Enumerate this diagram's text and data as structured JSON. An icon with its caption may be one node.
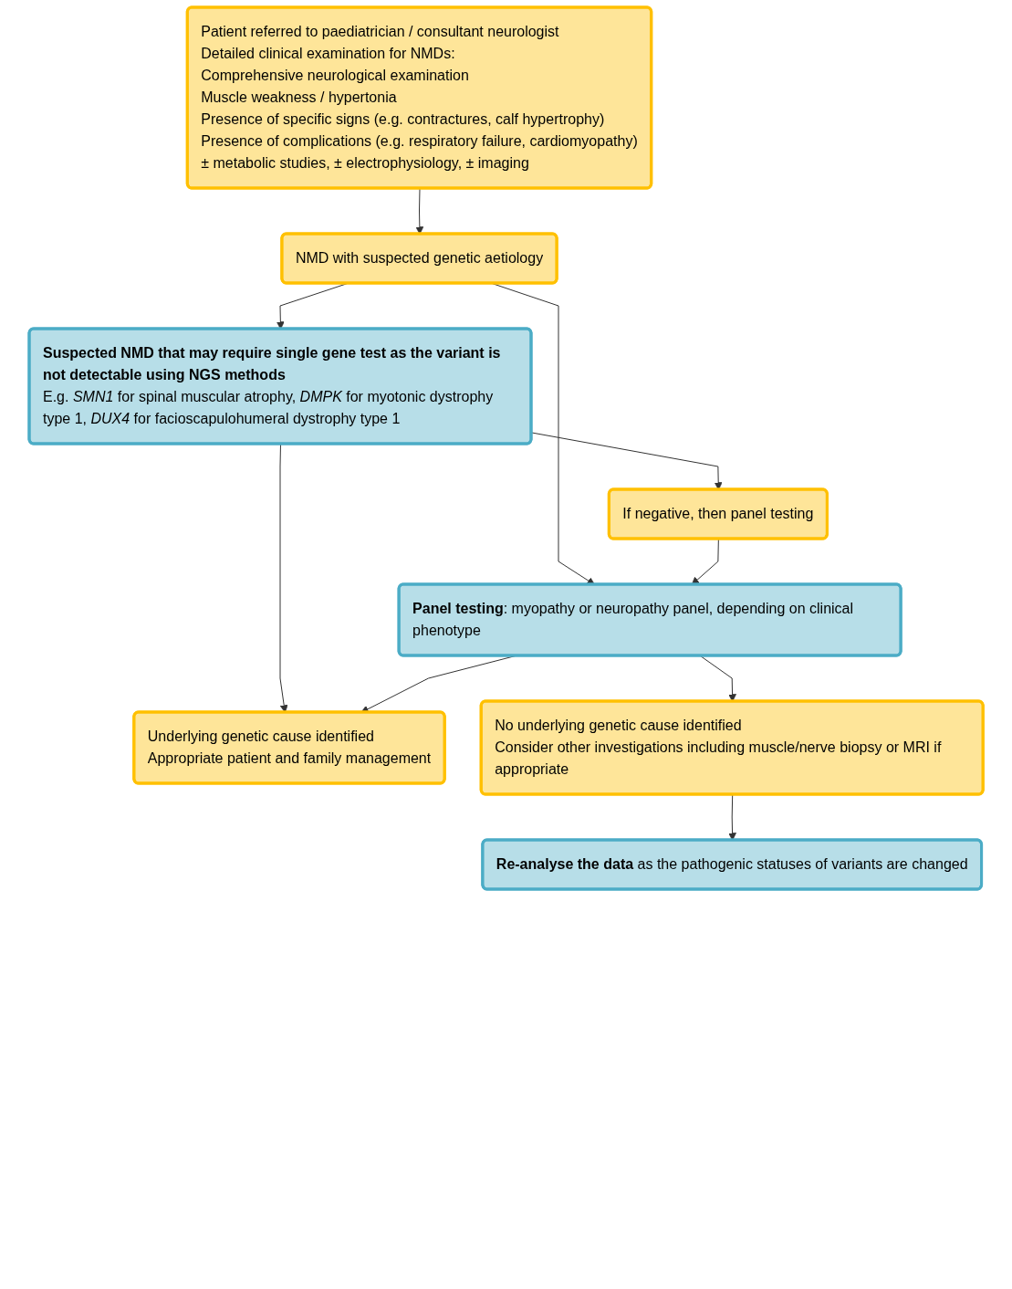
{
  "diagram": {
    "nodes": [
      {
        "text": [
          "Patient referred to paediatrician / consultant neurologist",
          "Detailed clinical examination for NMDs:",
          "Comprehensive neurological examination",
          "Muscle weakness / hypertonia",
          "Presence of specific signs (e.g. contractures, calf hypertrophy)",
          "Presence of complications (e.g. respiratory failure, cardiomyopathy)",
          "± metabolic studies, ± electrophysiology, ± imaging"
        ]
      },
      {
        "text": [
          "NMD with suspected genetic aetiology"
        ]
      },
      {
        "text": [
          "Suspected NMD that may require single gene test as the variant is not detectable using NGS methods",
          "E.g. *SMN1* for spinal muscular atrophy, *DMPK* for myotonic dystrophy type 1, *DUX4* for facioscapulohumeral dystrophy type 1"
        ]
      },
      {
        "text": [
          "If negative, then panel testing"
        ]
      },
      {
        "text": [
          "**Panel testing**: myopathy or neuropathy panel, depending on clinical phenotype"
        ]
      },
      {
        "text": [
          "Underlying genetic cause identified",
          "Appropriate patient and family management"
        ]
      },
      {
        "text": [
          "No underlying genetic cause identified",
          "Consider other investigations including muscle/nerve biopsy or MRI if appropriate"
        ]
      },
      {
        "text": [
          "**Re-analyse the data** as the pathogenic statuses of variants are changed"
        ]
      }
    ],
    "edges": [
      {
        "from": 0,
        "to": 1,
        "arrow": "to"
      },
      {
        "from": 1,
        "to": 2,
        "arrow": "to"
      },
      {
        "from": 1,
        "to": 4,
        "arrow": "to"
      },
      {
        "from": 2,
        "to": 3,
        "arrow": "to"
      },
      {
        "from": 2,
        "to": 5,
        "arrow": "to"
      },
      {
        "from": 3,
        "to": 4,
        "arrow": "to"
      },
      {
        "from": 4,
        "to": 5,
        "arrow": "to"
      },
      {
        "from": 4,
        "to": 6,
        "arrow": "to"
      },
      {
        "from": 6,
        "to": 7,
        "arrow": "to"
      }
    ]
  }
}
